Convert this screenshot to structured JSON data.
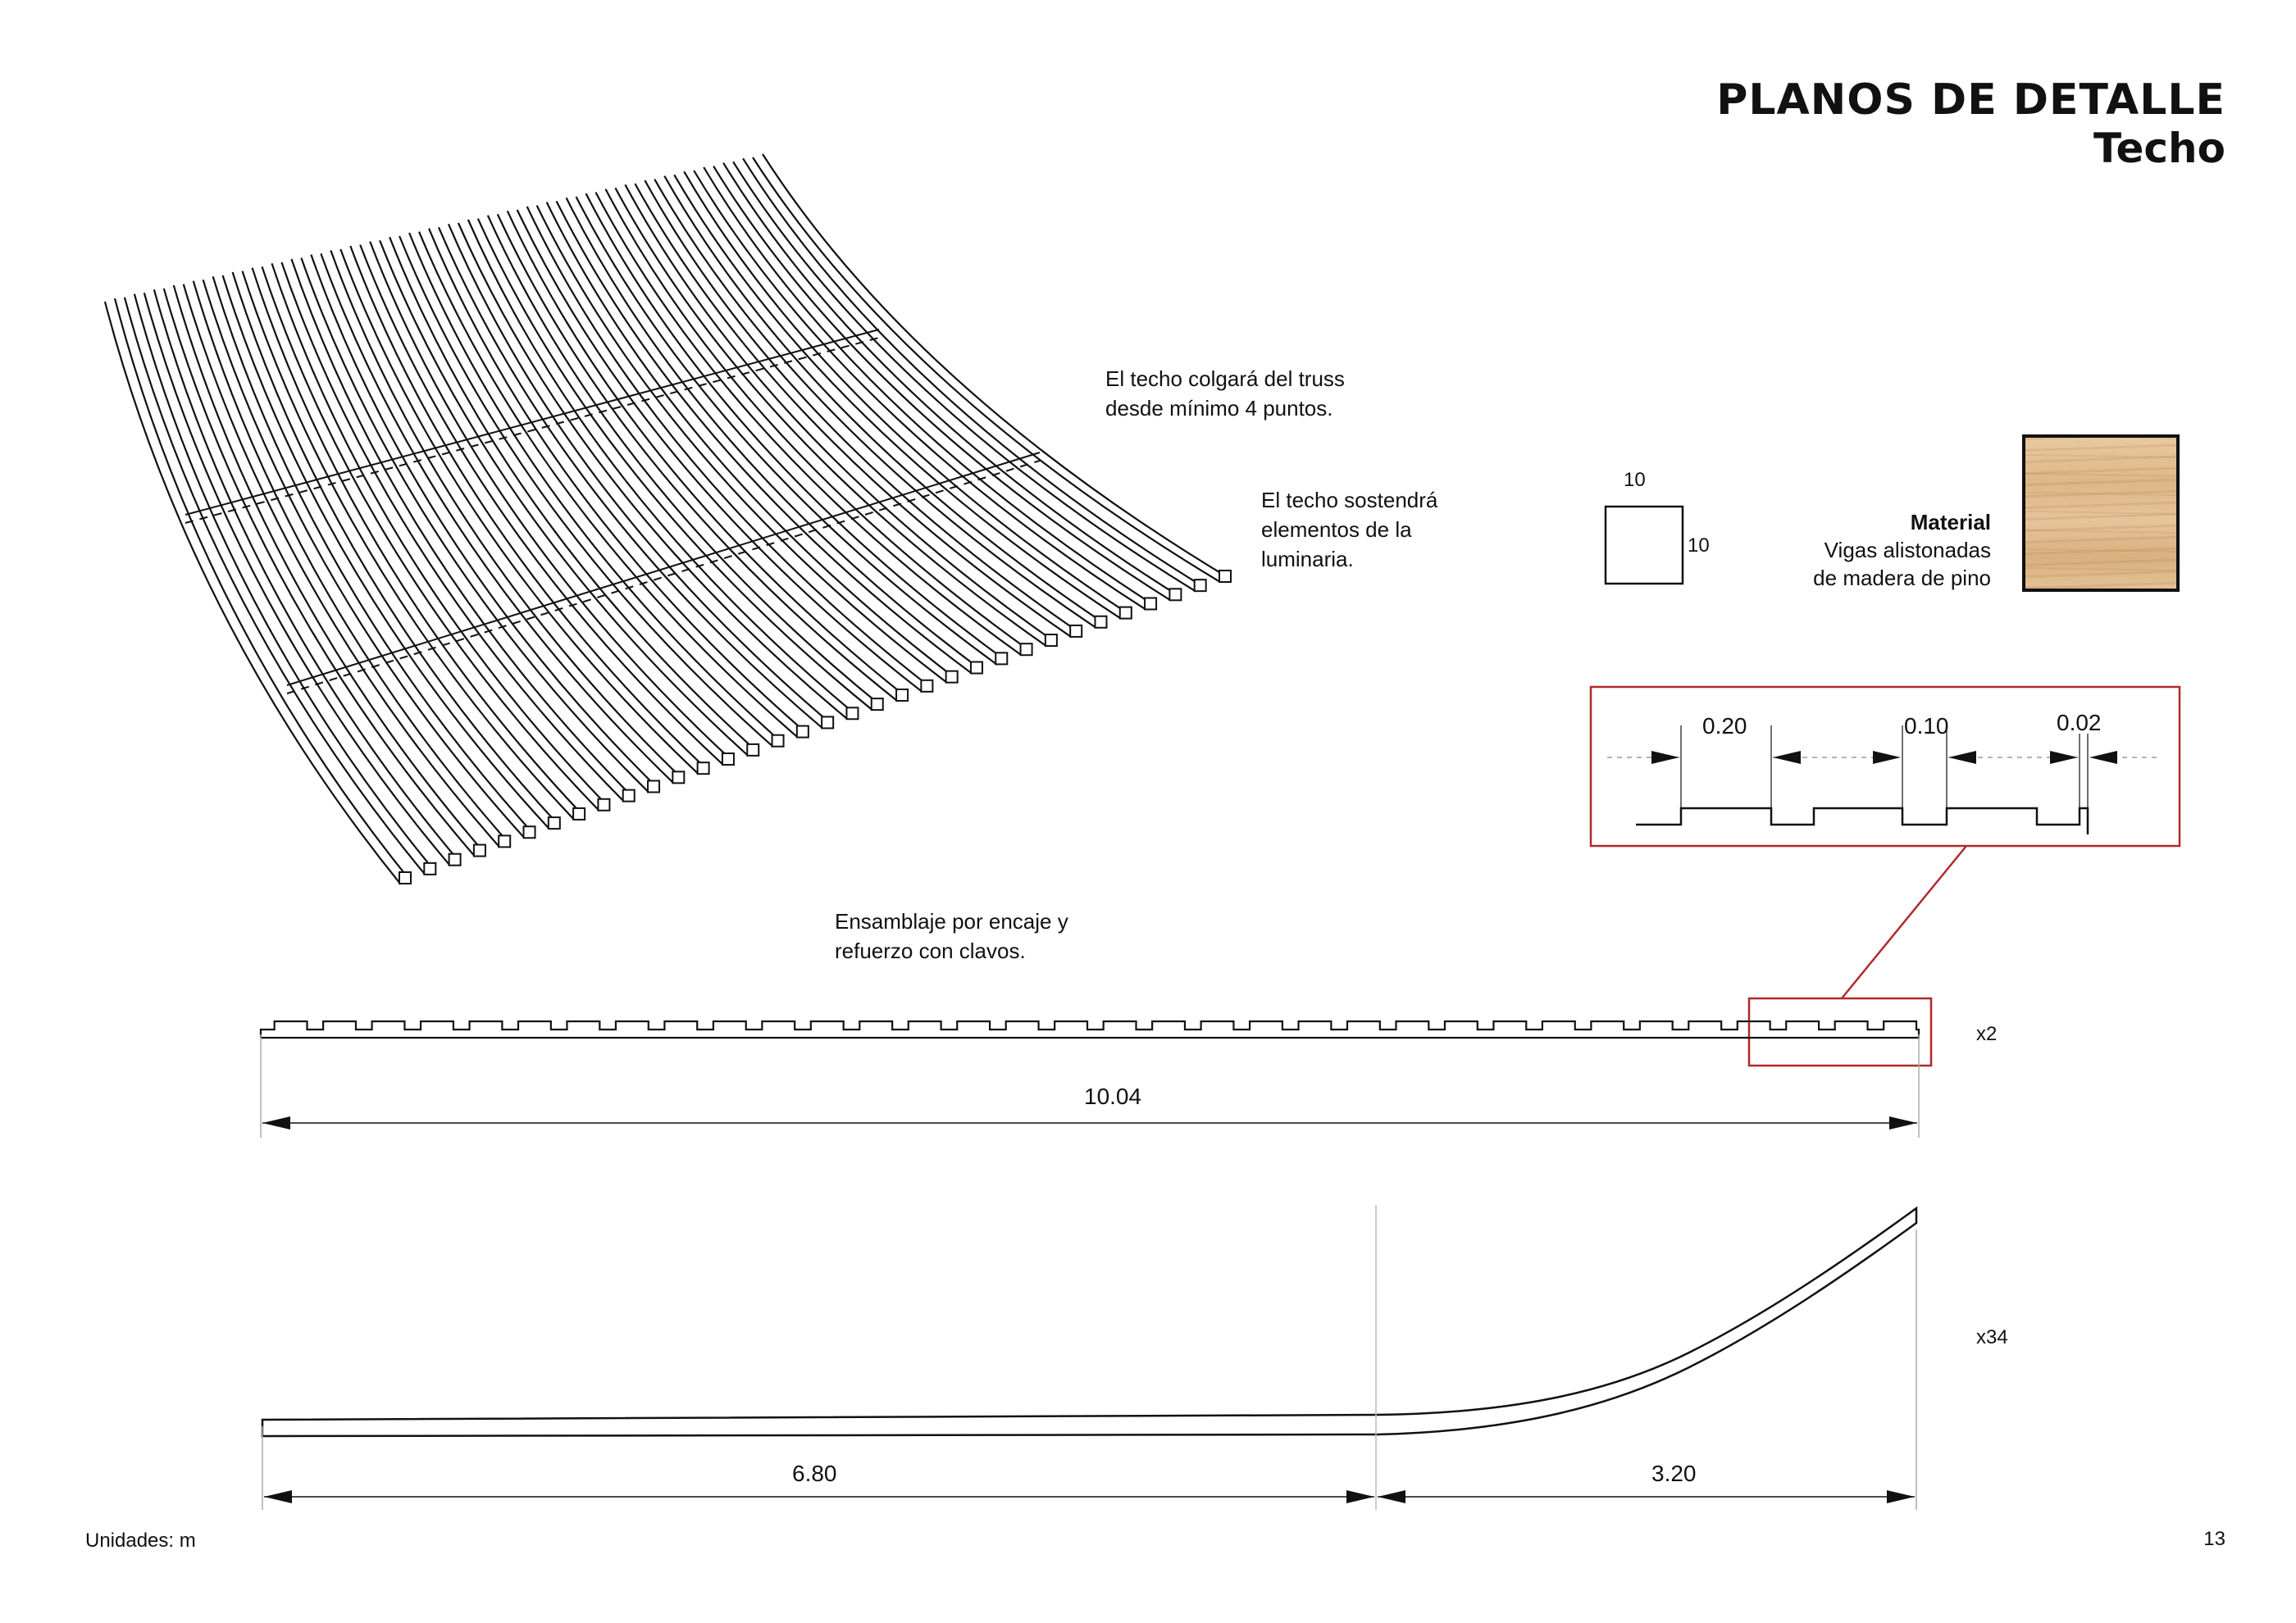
{
  "header": {
    "title": "PLANOS DE DETALLE",
    "subtitle": "Techo"
  },
  "notes": {
    "hang": [
      "El techo colgará del truss",
      "desde mínimo 4 puntos."
    ],
    "support": [
      "El techo sostendrá",
      "elementos de la",
      "luminaria."
    ],
    "assembly": [
      "Ensamblaje por encaje y",
      "refuerzo con clavos."
    ]
  },
  "section": {
    "width_label": "10",
    "height_label": "10"
  },
  "material": {
    "label": "Material",
    "lines": [
      "Vigas alistonadas",
      "de madera de pino"
    ],
    "swatch": "wood-pine-swatch"
  },
  "detail": {
    "dims": [
      "0.20",
      "0.10",
      "0.02"
    ],
    "frame_color": "#b02a2a"
  },
  "crossbeam": {
    "length": "10.04",
    "count": "x2"
  },
  "rib": {
    "straight_length": "6.80",
    "curved_length": "3.20",
    "count": "x34"
  },
  "footer": {
    "units": "Unidades: m",
    "page_number": "13"
  },
  "colors": {
    "line": "#111111",
    "guide": "#cccccc",
    "callout": "#b02a2a"
  }
}
